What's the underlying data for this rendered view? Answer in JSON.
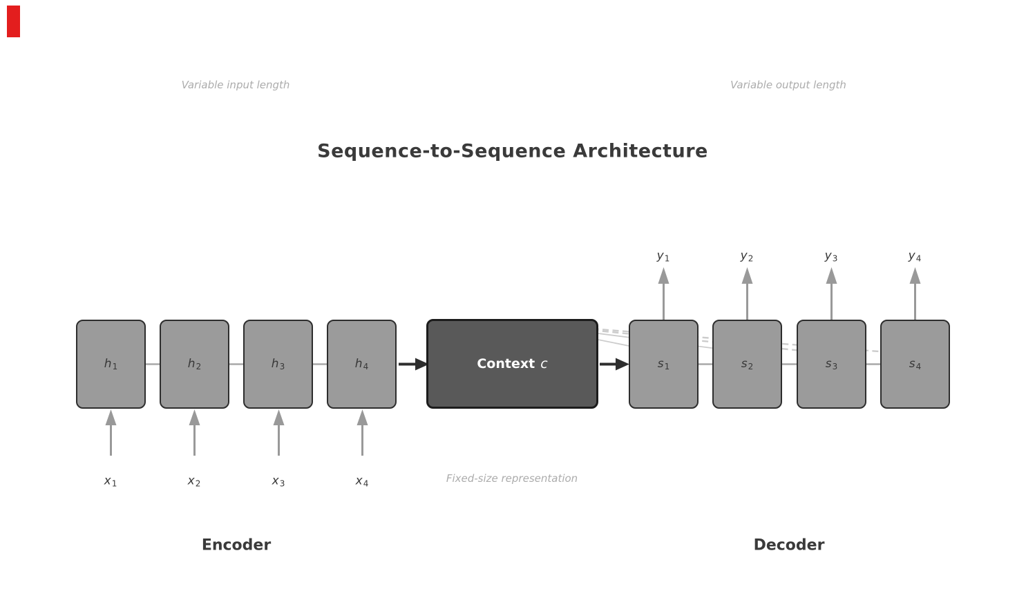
{
  "title": "Sequence-to-Sequence Architecture",
  "annotations": {
    "input_length": "Variable input length",
    "output_length": "Variable output length",
    "fixed_size": "Fixed-size representation"
  },
  "encoder": {
    "label": "Encoder",
    "units": [
      {
        "var": "h",
        "sub": "1"
      },
      {
        "var": "h",
        "sub": "2"
      },
      {
        "var": "h",
        "sub": "3"
      },
      {
        "var": "h",
        "sub": "4"
      }
    ],
    "inputs": [
      {
        "var": "x",
        "sub": "1"
      },
      {
        "var": "x",
        "sub": "2"
      },
      {
        "var": "x",
        "sub": "3"
      },
      {
        "var": "x",
        "sub": "4"
      }
    ]
  },
  "context": {
    "label": "Context",
    "var": "c"
  },
  "decoder": {
    "label": "Decoder",
    "units": [
      {
        "var": "s",
        "sub": "1"
      },
      {
        "var": "s",
        "sub": "2"
      },
      {
        "var": "s",
        "sub": "3"
      },
      {
        "var": "s",
        "sub": "4"
      }
    ],
    "outputs": [
      {
        "var": "y",
        "sub": "1"
      },
      {
        "var": "y",
        "sub": "2"
      },
      {
        "var": "y",
        "sub": "3"
      },
      {
        "var": "y",
        "sub": "4"
      }
    ]
  },
  "colors": {
    "unit_fill": "#9b9b9b",
    "unit_border": "#2d2d2d",
    "context_fill": "#595959",
    "context_border": "#1c1c1c",
    "flow_arrow": "#2e2e2e",
    "io_arrow": "#999999",
    "attention_line": "#cccccc",
    "text_dark": "#3a3a3a",
    "text_muted": "#acacac",
    "corner_marker": "#e31e1e"
  }
}
